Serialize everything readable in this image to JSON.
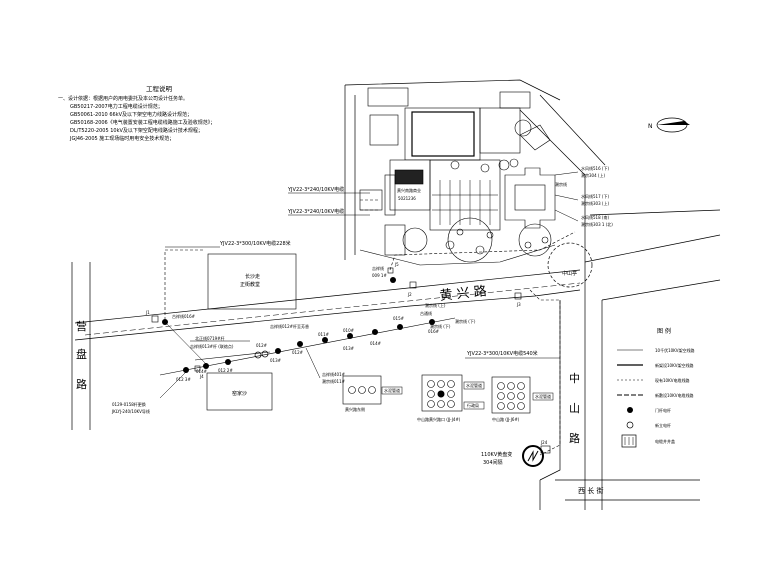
{
  "notes": {
    "title": "工程说明",
    "lines": [
      "一、设计依据：根据用户的用电委托及本公司设计任务单。",
      "GB50217-2007电力工程电缆设计规范；",
      "GB50061-2010 66kV及以下架空电力线路设计规范；",
      "GB50168-2006《电气装置安装工程电缆线路施工及验收规范》；",
      "DL/T5220-2005 10kV及以下架空配电线路设计技术规程；",
      "JGJ46-2005 施工现场临时用电安全技术规范；"
    ]
  },
  "roads": {
    "huangxing": "黄 兴 路",
    "yingpan": [
      "营",
      "盘",
      "路"
    ],
    "zhongshan": [
      "中",
      "山",
      "路"
    ],
    "xichang": "西 长 街"
  },
  "blocks": {
    "zhengwu": [
      "长沙走",
      "正街教堂"
    ],
    "yingjiasha": "窑家沙",
    "building_tag": "黄兴南路商业",
    "building_no": "5021236"
  },
  "cable_labels": {
    "c1": "YJV22-3*240/10KV电缆",
    "c2": "YJV22-3*240/10KV电缆",
    "c3": "YJV22-3*300/10KV电缆228米",
    "c4": "YJV22-3*300/10KV电缆540米"
  },
  "line_labels": {
    "jixiang_009": [
      "吉祥线",
      "009 1#"
    ],
    "gushi_016": "古祥线016#",
    "beizheng": "北正线0719#杆",
    "jixiang_013": "吉祥线013#杆 (联络点)",
    "jixiang_new": "吉祥线012#杆至芳香",
    "jixiang_401": [
      "吉祥线401#",
      "潮宗线011#"
    ],
    "gutong": "古通线",
    "chaozong": "潮宗线 (下)",
    "note_0129": [
      "0129-0158杆更换",
      "JKLYJ-240/10KV导线"
    ],
    "shuifeng_516": [
      "水风线516 (下)",
      "潮宗304 (上)"
    ],
    "shuifeng_517": [
      "水风线517 (下)",
      "潮宗线303 (上)"
    ],
    "shuifeng_518": [
      "水风线518 (南)",
      "潮宗线303 1 (北)"
    ],
    "chaozong_right": "潮宗线"
  },
  "poles": [
    "012 3#",
    "014#",
    "012 2#",
    "012#",
    "013#",
    "012#",
    "011#",
    "010#",
    "013#",
    "014#",
    "015#",
    "016#"
  ],
  "pole_groups": {
    "g1": "潮宗线 (上)",
    "g2": "潮宗线 (下)"
  },
  "diagram_boxes": {
    "b1": "黄兴路东侧",
    "b1_tag": "水泥管道",
    "b2": "中山路黄兴路口 (JJ-J4#)",
    "b2_tag": "水泥管道",
    "b2_tag2": "行政局",
    "b3": "中山路 (JJ-J6#)",
    "b3_tag": "水泥管道"
  },
  "substation": {
    "name": "110KV黄盘变",
    "bay": "304间隔",
    "tag": "J24"
  },
  "zhongshan_label": "中山亭",
  "legend": {
    "title": "图 例",
    "items": [
      "10千伏10KV架空线路",
      "新架设10KV架空线路",
      "现有10KV电缆线路",
      "新敷设10KV电缆线路",
      "门杆电杆",
      "新立电杆",
      "电缆井井盖"
    ]
  },
  "junctions": [
    "J1",
    "J2",
    "J3",
    "J4",
    "J5"
  ],
  "compass": "N"
}
